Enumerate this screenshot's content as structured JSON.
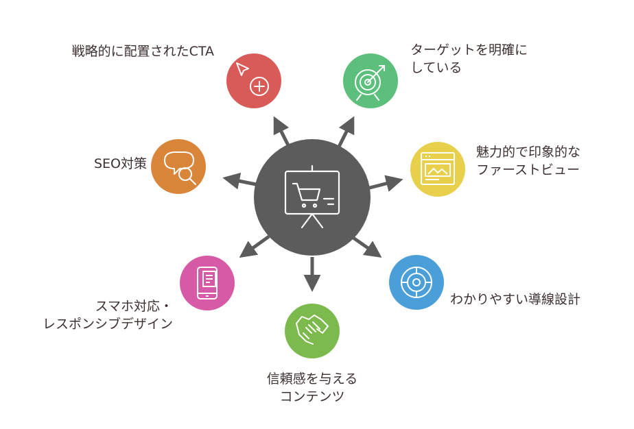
{
  "center": {
    "color": "#5c5c5c",
    "icon": "shopping-cart-presentation-board-icon"
  },
  "arrow_color": "#5c5c5c",
  "nodes": [
    {
      "id": "cta",
      "color": "#d95b57",
      "icon": "cursor-plus-icon",
      "lines": [
        "戦略的に配置されたCTA"
      ]
    },
    {
      "id": "target",
      "color": "#5cbf7b",
      "icon": "target-arrow-icon",
      "lines": [
        "ターゲットを明確に",
        "している"
      ]
    },
    {
      "id": "firstview",
      "color": "#e8d04c",
      "icon": "webpage-layout-icon",
      "lines": [
        "魅力的で印象的な",
        "ファーストビュー"
      ]
    },
    {
      "id": "navigation",
      "color": "#4a9fd8",
      "icon": "navigation-compass-icon",
      "lines": [
        "わかりやすい導線設計"
      ]
    },
    {
      "id": "content",
      "color": "#7dba4d",
      "icon": "handshake-icon",
      "lines": [
        "信頼感を与える",
        "コンテンツ"
      ]
    },
    {
      "id": "responsive",
      "color": "#d65aa5",
      "icon": "mobile-device-icon",
      "lines": [
        "スマホ対応・",
        "レスポンシブデザイン"
      ]
    },
    {
      "id": "seo",
      "color": "#d9853a",
      "icon": "search-chat-bubble-icon",
      "lines": [
        "SEO対策"
      ]
    }
  ]
}
